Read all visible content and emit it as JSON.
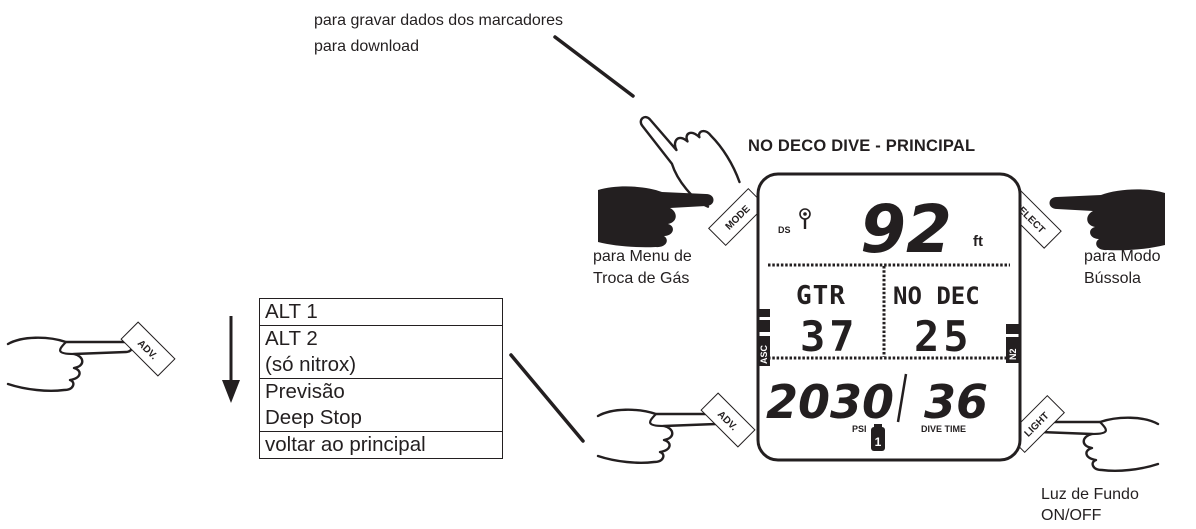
{
  "title": "NO DECO DIVE - PRINCIPAL",
  "annotations": {
    "mode_hold_line1": "para gravar dados dos marcadores",
    "mode_hold_line2": "para download",
    "mode_press_line1": "para Menu de",
    "mode_press_line2": "Troca de Gás",
    "select_press_line1": "para Modo",
    "select_press_line2": "Bússola",
    "light_press_line1": "Luz de Fundo",
    "light_press_line2": "ON/OFF"
  },
  "buttons": {
    "mode": "MODE",
    "select": "SELECT",
    "adv_left": "ADV.",
    "adv_right": "ADV.",
    "light": "LIGHT"
  },
  "menu": [
    {
      "lines": [
        "ALT 1"
      ]
    },
    {
      "lines": [
        "ALT 2",
        "(só nitrox)"
      ]
    },
    {
      "lines": [
        "Previsão",
        "Deep Stop"
      ]
    },
    {
      "lines": [
        "voltar ao principal"
      ]
    }
  ],
  "display": {
    "ds_label": "DS",
    "depth": "92",
    "depth_unit": "ft",
    "left_label": "GTR",
    "right_label": "NO DEC",
    "gtr_value": "37",
    "nodec_value": "25",
    "asc_label": "ASC",
    "n2_label": "N2",
    "pressure": "2030",
    "pressure_unit": "PSI",
    "tank_number": "1",
    "dive_time": "36",
    "dive_time_label": "DIVE TIME"
  },
  "icons": [
    "pointing-hand-icon",
    "transmitter-icon",
    "tank-icon",
    "down-arrow-icon"
  ]
}
